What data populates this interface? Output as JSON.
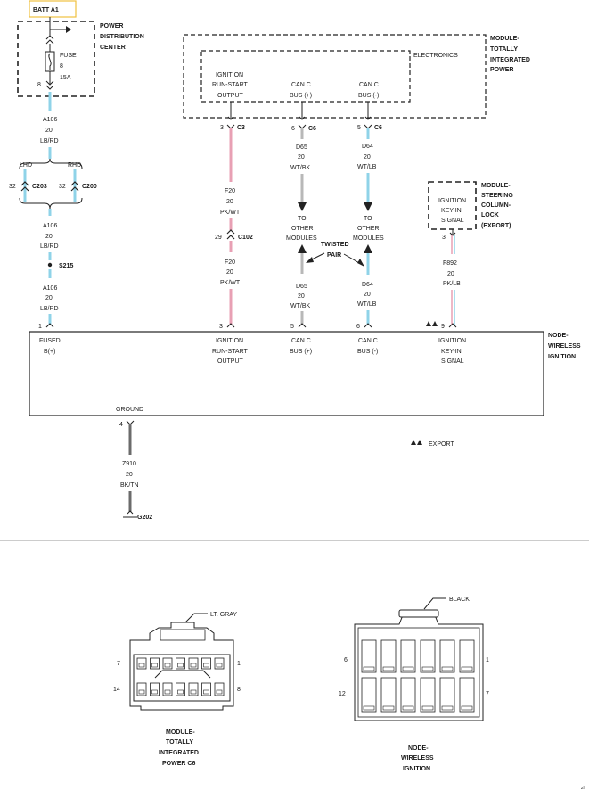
{
  "colors": {
    "blue": "#8fd3e8",
    "pink": "#e8a0b4",
    "gray": "#b8b8b8",
    "darkgray": "#6b6b6b",
    "badge_border": "#f0c040"
  },
  "header": {
    "batt": "BATT A1"
  },
  "pdc": {
    "title1": "POWER",
    "title2": "DISTRIBUTION",
    "title3": "CENTER",
    "fuse_label": "FUSE",
    "fuse_num": "8",
    "fuse_amp": "15A",
    "pin": "8"
  },
  "wire_a106": {
    "circuit": "A106",
    "gauge": "20",
    "color": "LB/RD"
  },
  "lhd": {
    "label": "LHD",
    "pin": "32",
    "conn": "C203"
  },
  "rhd": {
    "label": "RHD",
    "pin": "32",
    "conn": "C200"
  },
  "splice": {
    "name": "S215"
  },
  "tipm": {
    "title1": "MODULE-",
    "title2": "TOTALLY",
    "title3": "INTEGRATED",
    "title4": "POWER",
    "electronics": "ELECTRONICS",
    "ign1": "IGNITION",
    "ign2": "RUN-START",
    "ign3": "OUTPUT",
    "canp1": "CAN C",
    "canp2": "BUS (+)",
    "cann1": "CAN C",
    "cann2": "BUS (-)"
  },
  "conn_c3": {
    "pin": "3",
    "name": "C3"
  },
  "conn_c6a": {
    "pin": "6",
    "name": "C6"
  },
  "conn_c6b": {
    "pin": "5",
    "name": "C6"
  },
  "wire_f20": {
    "circuit": "F20",
    "gauge": "20",
    "color": "PK/WT"
  },
  "c102": {
    "pin": "29",
    "name": "C102"
  },
  "wire_d65": {
    "circuit": "D65",
    "gauge": "20",
    "color": "WT/BK"
  },
  "wire_d64": {
    "circuit": "D64",
    "gauge": "20",
    "color": "WT/LB"
  },
  "other_modules": {
    "l1": "TO",
    "l2": "OTHER",
    "l3": "MODULES"
  },
  "twisted": {
    "l1": "TWISTED",
    "l2": "PAIR"
  },
  "scm": {
    "title1": "MODULE-",
    "title2": "STEERING",
    "title3": "COLUMN-",
    "title4": "LOCK",
    "title5": "(EXPORT)",
    "sig1": "IGNITION",
    "sig2": "KEY-IN",
    "sig3": "SIGNAL",
    "pin": "3"
  },
  "wire_f892": {
    "circuit": "F892",
    "gauge": "20",
    "color": "PK/LB"
  },
  "nwi": {
    "title1": "NODE-",
    "title2": "WIRELESS",
    "title3": "IGNITION",
    "pin_fused": "1",
    "fused1": "FUSED",
    "fused2": "B(+)",
    "pin_ign": "3",
    "ign1": "IGNITION",
    "ign2": "RUN-START",
    "ign3": "OUTPUT",
    "pin_canp": "5",
    "canp1": "CAN C",
    "canp2": "BUS (+)",
    "pin_cann": "6",
    "cann1": "CAN C",
    "cann2": "BUS (-)",
    "pin_key": "9",
    "key1": "IGNITION",
    "key2": "KEY-IN",
    "key3": "SIGNAL",
    "ground": "GROUND",
    "pin_gnd": "4"
  },
  "wire_z910": {
    "circuit": "Z910",
    "gauge": "20",
    "color": "BK/TN"
  },
  "g202": {
    "name": "G202"
  },
  "export_legend": {
    "label": "EXPORT"
  },
  "connectors": {
    "tipm_color": "LT. GRAY",
    "tipm_pin_tl": "7",
    "tipm_pin_tr": "1",
    "tipm_pin_bl": "14",
    "tipm_pin_br": "8",
    "tipm_label1": "MODULE-",
    "tipm_label2": "TOTALLY",
    "tipm_label3": "INTEGRATED",
    "tipm_label4": "POWER C6",
    "nwi_color": "BLACK",
    "nwi_pin_tl": "6",
    "nwi_pin_tr": "1",
    "nwi_pin_bl": "12",
    "nwi_pin_br": "7",
    "nwi_label1": "NODE-",
    "nwi_label2": "WIRELESS",
    "nwi_label3": "IGNITION"
  },
  "page_code": "zh"
}
